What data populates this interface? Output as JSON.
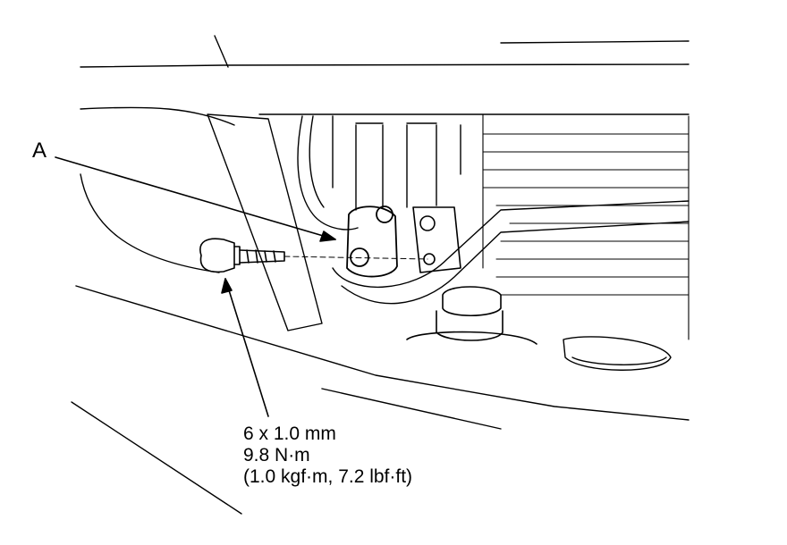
{
  "callouts": {
    "part_label": "A",
    "bolt_spec": {
      "size": "6 x 1.0 mm",
      "torque_nm": "9.8 N·m",
      "torque_alt": "(1.0 kgf·m, 7.2 lbf·ft)"
    }
  },
  "colors": {
    "line": "#000000",
    "background": "#ffffff"
  }
}
